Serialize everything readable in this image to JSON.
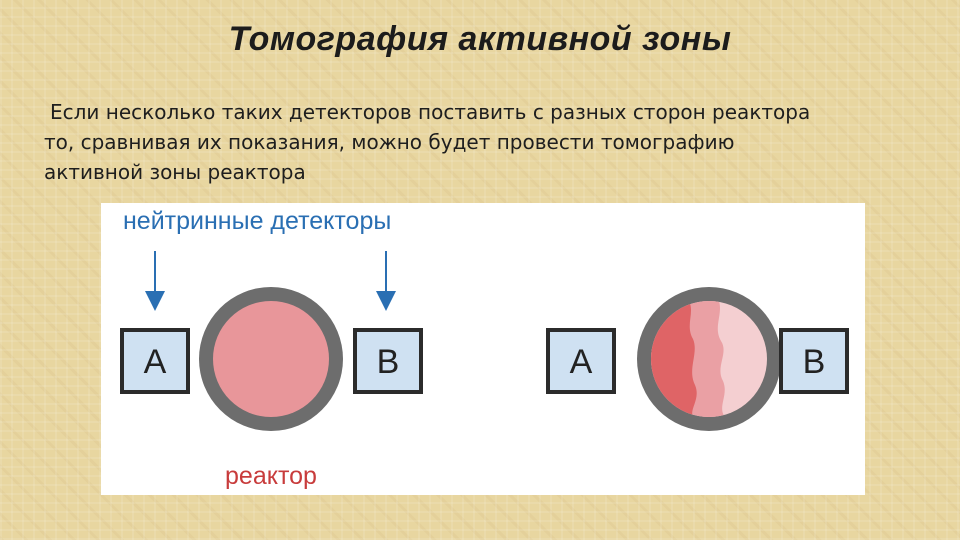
{
  "slide": {
    "title": "Томография активной зоны",
    "body_lines": [
      "Если несколько таких детекторов поставить с разных сторон реактора",
      "то, сравнивая их показания, можно будет провести томографию",
      "активной зоны реактора"
    ]
  },
  "figure": {
    "detectors_label": "нейтринные детекторы",
    "reactor_label": "реактор",
    "detector_a_label": "A",
    "detector_b_label": "B",
    "colors": {
      "detector_fill": "#cfe1f2",
      "detector_border": "#2b2b2b",
      "reactor_ring": "#6d6d6d",
      "reactor_core": "#e8969a",
      "core_dark": "#df6466",
      "core_light": "#f4cfd1",
      "label_blue": "#2a6fb3",
      "label_red": "#c83c3c"
    }
  }
}
